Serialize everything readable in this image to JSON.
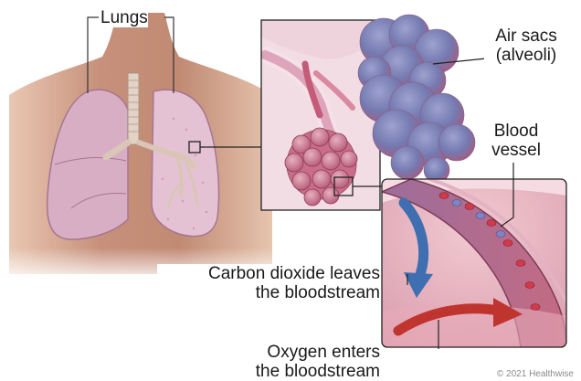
{
  "labels": {
    "lungs": "Lungs",
    "air_sacs_line1": "Air sacs",
    "air_sacs_line2": "(alveoli)",
    "blood_vessel_line1": "Blood",
    "blood_vessel_line2": "vessel",
    "co2_line1": "Carbon dioxide leaves",
    "co2_line2": "the bloodstream",
    "oxygen_line1": "Oxygen enters",
    "oxygen_line2": "the bloodstream"
  },
  "copyright": "© 2021 Healthwise",
  "colors": {
    "skin": "#c48d75",
    "lung": "#d8aec4",
    "alveoli_blue": "#6f74ad",
    "alveoli_pink": "#c2708a",
    "co2_arrow": "#3f6fb0",
    "oxygen_arrow": "#c0342f",
    "vessel_wall": "#8f4d63"
  }
}
